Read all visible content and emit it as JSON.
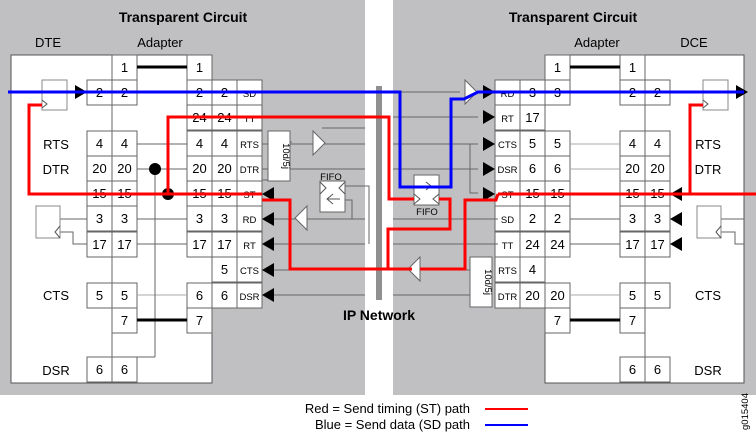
{
  "left_panel": {
    "title": "Transparent Circuit",
    "col_dte": "DTE",
    "col_adapter": "Adapter",
    "dte_labels": [
      "RTS",
      "DTR",
      "CTS",
      "DSR"
    ],
    "dte_pins": [
      "2",
      "4",
      "20",
      "15",
      "3",
      "17",
      "5",
      "6"
    ],
    "adapter_a_pins": [
      "1",
      "2",
      "4",
      "20",
      "15",
      "3",
      "17",
      "5",
      "7",
      "6"
    ],
    "adapter_b_pins": [
      "1",
      "2",
      "24",
      "4",
      "20",
      "15",
      "3",
      "17",
      "6",
      "7"
    ],
    "adapter_c_pins": [
      "2",
      "24",
      "4",
      "20",
      "15",
      "3",
      "17",
      "5",
      "6"
    ],
    "signals": [
      "SD",
      "TT",
      "RTS",
      "DTR",
      "ST",
      "RD",
      "RT",
      "CTS",
      "DSR"
    ],
    "buffer_label": "10d/5j",
    "fifo_label": "FIFO"
  },
  "right_panel": {
    "title": "Transparent Circuit",
    "col_adapter": "Adapter",
    "col_dce": "DCE",
    "signals": [
      "RD",
      "RT",
      "CTS",
      "DSR",
      "ST",
      "SD",
      "TT",
      "RTS",
      "DTR"
    ],
    "col1_pins": [
      "3",
      "17",
      "5",
      "6",
      "15",
      "2",
      "24",
      "4",
      "20"
    ],
    "col2_pins": [
      "1",
      "3",
      "5",
      "6",
      "15",
      "2",
      "24",
      "20",
      "7"
    ],
    "col3_pins": [
      "1",
      "2",
      "4",
      "20",
      "15",
      "3",
      "17",
      "5",
      "7",
      "6"
    ],
    "col4_pins": [
      "2",
      "4",
      "20",
      "15",
      "3",
      "17",
      "5",
      "6"
    ],
    "dce_labels": [
      "RTS",
      "DTR",
      "CTS",
      "DSR"
    ],
    "buffer_label": "10d/5j",
    "fifo_label": "FIFO"
  },
  "network_label": "IP Network",
  "legend": [
    {
      "text": "Red = Send timing (ST) path",
      "color": "#ff0000"
    },
    {
      "text": "Blue = Send data (SD path",
      "color": "#0000ff"
    }
  ],
  "figure_id": "g015404",
  "colors": {
    "panel": "#c0c0c2",
    "st_path": "#ff0000",
    "sd_path": "#0000ff",
    "wire": "#555555"
  }
}
